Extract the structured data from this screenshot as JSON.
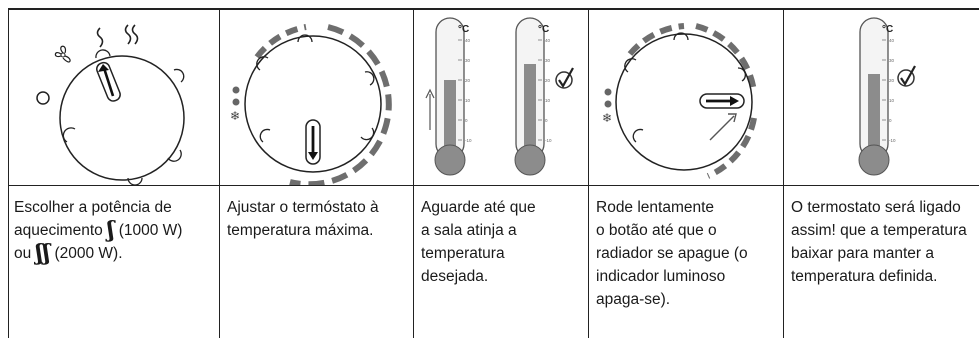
{
  "steps": [
    {
      "lines": [
        "Escolher a potência de",
        "aquecimento",
        "(1000 W)",
        "ou",
        "(2000 W)."
      ],
      "icon_names": [
        "low-power-squiggle-icon",
        "high-power-squiggle-icon",
        "fan-icon",
        "off-circle-icon"
      ]
    },
    {
      "lines": [
        "Ajustar o termóstato à",
        "temperatura máxima."
      ],
      "icon_names": [
        "snowflake-icon",
        "indicator-dots-icon"
      ]
    },
    {
      "lines": [
        "Aguarde até que",
        "a sala atinja a",
        "temperatura",
        "desejada."
      ],
      "icon_names": [
        "thermometer-icon",
        "checkmark-icon"
      ],
      "thermometer_unit": "°C",
      "thermometer_scale": [
        "40",
        "30",
        "20",
        "10",
        "0",
        "-10"
      ]
    },
    {
      "lines": [
        "Rode lentamente",
        "o botão até que o",
        "radiador se apague (o",
        "indicador luminoso",
        "apaga-se)."
      ],
      "icon_names": [
        "snowflake-icon",
        "rotate-arrow-icon"
      ]
    },
    {
      "lines": [
        "O termostato será ligado",
        "assim! que a temperatura",
        "baixar para manter a",
        "temperatura definida."
      ],
      "icon_names": [
        "thermometer-icon",
        "checkmark-icon"
      ],
      "thermometer_unit": "°C",
      "thermometer_scale": [
        "40",
        "30",
        "20",
        "10",
        "0",
        "-10"
      ]
    }
  ],
  "colors": {
    "line": "#222222",
    "gray_arc": "#6e6e6e",
    "mercury": "#8c8c8c",
    "text": "#1a1a1a"
  }
}
